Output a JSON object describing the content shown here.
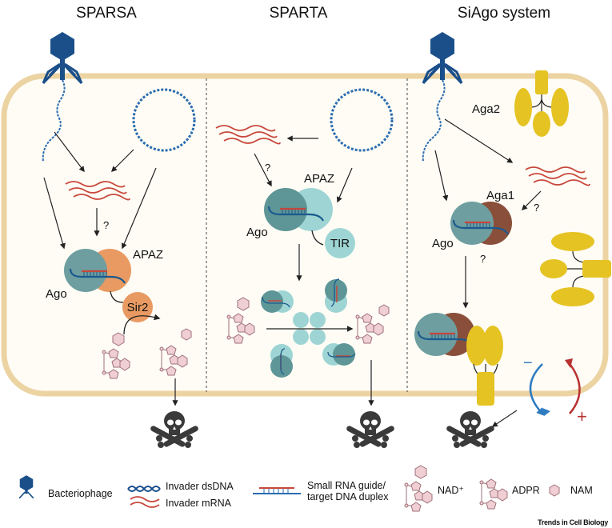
{
  "panels": [
    {
      "title": "SPARSA",
      "labels": {
        "ago": "Ago",
        "apaz": "APAZ",
        "effector": "Sir2",
        "question": "?"
      }
    },
    {
      "title": "SPARTA",
      "labels": {
        "ago": "Ago",
        "apaz": "APAZ",
        "effector": "TIR",
        "question": "?"
      }
    },
    {
      "title": "SiAgo system",
      "labels": {
        "ago": "Ago",
        "aga1": "Aga1",
        "aga2": "Aga2",
        "question1": "?",
        "question2": "?",
        "minus": "−",
        "plus": "+"
      }
    }
  ],
  "legend": {
    "bacteriophage": "Bacteriophage",
    "dsdna": "Invader dsDNA",
    "mrna": "Invader mRNA",
    "duplex_line1": "Small RNA guide/",
    "duplex_line2": "target DNA duplex",
    "nad": "NAD⁺",
    "adpr": "ADPR",
    "nam": "NAM"
  },
  "source": "Trends in Cell Biology",
  "colors": {
    "phage": "#1a4f8a",
    "dna": "#2a6cb0",
    "mrna": "#c8463a",
    "membrane": "#ecd3a2",
    "cytoplasm": "#fefcf5",
    "ago": "#6e9e9f",
    "apaz_sparsa": "#e89a62",
    "sparta_light": "#9ed5d4",
    "sparta_dark": "#5e9596",
    "aga1": "#8a4f3a",
    "aga2": "#e5c323",
    "nad": "#efcfd4",
    "skull": "#3a3a3a",
    "minus": "#2f7bc0",
    "plus": "#b83232"
  }
}
